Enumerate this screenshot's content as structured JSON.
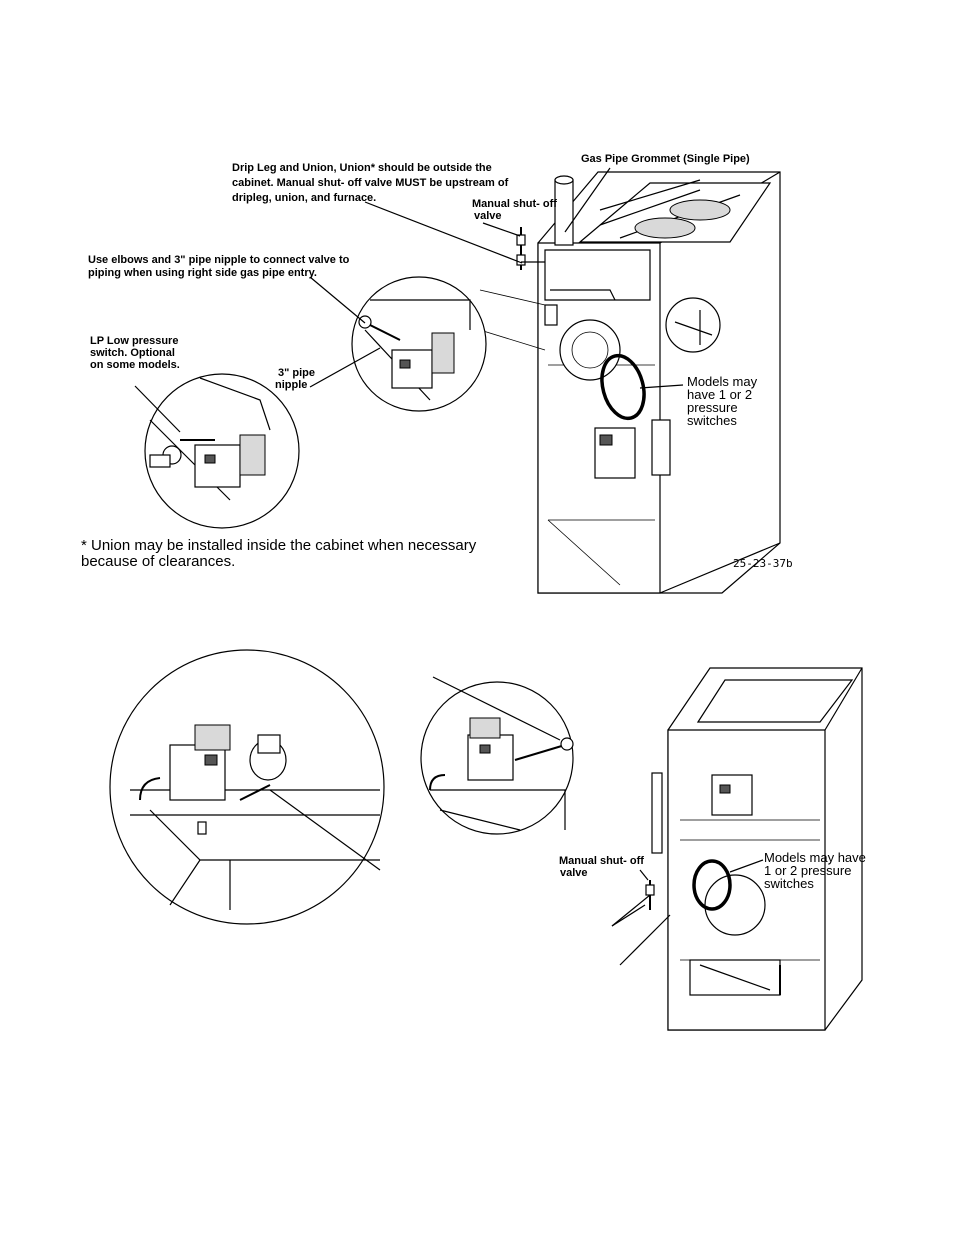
{
  "top_figure": {
    "labels": {
      "drip_leg_line1": "Drip Leg and Union, Union* should be outside the",
      "drip_leg_line2": "cabinet. Manual shut- off valve MUST be upstream of",
      "drip_leg_line3": "dripleg, union, and furnace.",
      "gas_pipe_grommet": "Gas Pipe Grommet (Single Pipe)",
      "manual_shutoff_line1": "Manual shut- off",
      "manual_shutoff_line2": "valve",
      "elbows_line1": "Use elbows and 3\" pipe nipple to connect valve to",
      "elbows_line2": "piping when using right side gas pipe entry.",
      "lp_line1": "LP Low pressure",
      "lp_line2": "switch. Optional",
      "lp_line3": "on some models.",
      "nipple_line1": "3\" pipe",
      "nipple_line2": "nipple",
      "models_line1": "Models may",
      "models_line2": "have 1 or 2",
      "models_line3": "pressure",
      "models_line4": "switches",
      "note_line1": "* Union may be installed inside the cabinet when necessary",
      "note_line2": "because of clearances.",
      "figure_code": "25-23-37b"
    }
  },
  "bottom_figure": {
    "labels": {
      "manual_shutoff_line1": "Manual shut- off",
      "manual_shutoff_line2": "valve",
      "models_line1": "Models may have",
      "models_line2": "1 or 2 pressure",
      "models_line3": "switches"
    }
  }
}
